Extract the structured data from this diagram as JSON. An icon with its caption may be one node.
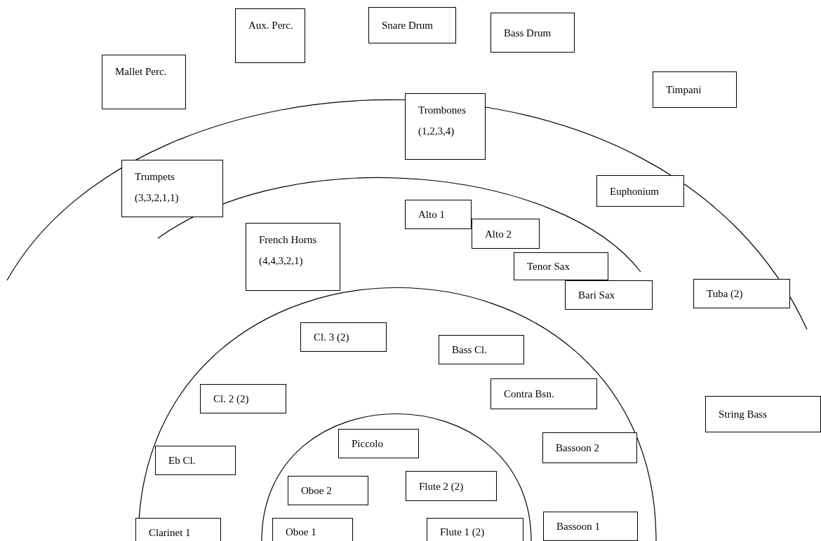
{
  "diagram": {
    "nodes": [
      {
        "text": [
          "Mallet Perc."
        ]
      },
      {
        "text": [
          "Aux. Perc."
        ]
      },
      {
        "text": [
          "Snare Drum"
        ]
      },
      {
        "text": [
          "Bass Drum"
        ]
      },
      {
        "text": [
          "Timpani"
        ]
      },
      {
        "text": [
          "Trombones (1,2,3,4)"
        ]
      },
      {
        "text": [
          "Trumpets (3,3,2,1,1)"
        ]
      },
      {
        "text": [
          "Euphonium"
        ]
      },
      {
        "text": [
          "Alto 1"
        ]
      },
      {
        "text": [
          "Alto 2"
        ]
      },
      {
        "text": [
          "French Horns (4,4,3,2,1)"
        ]
      },
      {
        "text": [
          "Tenor Sax"
        ]
      },
      {
        "text": [
          "Bari Sax"
        ]
      },
      {
        "text": [
          "Tuba (2)"
        ]
      },
      {
        "text": [
          "Cl. 3 (2)"
        ]
      },
      {
        "text": [
          "Bass Cl."
        ]
      },
      {
        "text": [
          "Cl. 2 (2)"
        ]
      },
      {
        "text": [
          "Contra Bsn."
        ]
      },
      {
        "text": [
          "String Bass"
        ]
      },
      {
        "text": [
          "Piccolo"
        ]
      },
      {
        "text": [
          "Bassoon 2"
        ]
      },
      {
        "text": [
          "Eb Cl."
        ]
      },
      {
        "text": [
          "Oboe 2"
        ]
      },
      {
        "text": [
          "Flute 2 (2)"
        ]
      },
      {
        "text": [
          "Clarinet 1"
        ]
      },
      {
        "text": [
          "Oboe 1"
        ]
      },
      {
        "text": [
          "Flute 1 (2)"
        ]
      },
      {
        "text": [
          "Bassoon 1"
        ]
      }
    ]
  }
}
